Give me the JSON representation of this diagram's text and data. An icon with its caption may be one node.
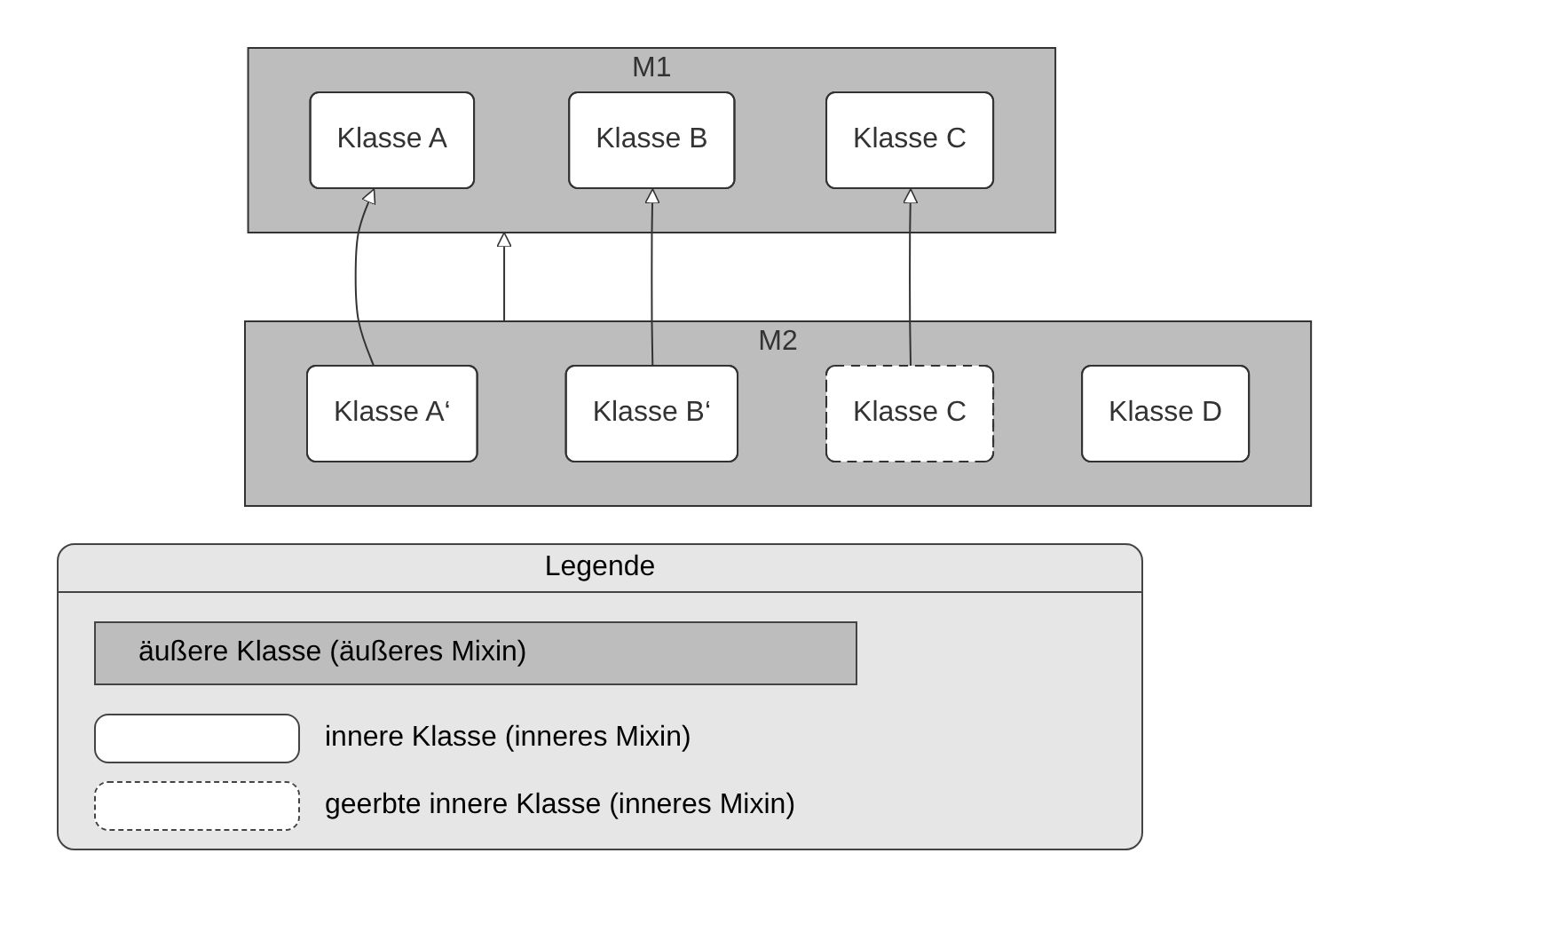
{
  "diagram": {
    "nodes": [
      {
        "text": [
          "M1"
        ]
      },
      {
        "text": [
          "Klasse A"
        ],
        "in": 0
      },
      {
        "text": [
          "Klasse B"
        ],
        "in": 0
      },
      {
        "text": [
          "Klasse C"
        ],
        "in": 0
      },
      {
        "text": [
          "M2"
        ]
      },
      {
        "text": [
          "Klasse A‘"
        ],
        "in": 4
      },
      {
        "text": [
          "Klasse B‘"
        ],
        "in": 4
      },
      {
        "text": [
          "Klasse C"
        ],
        "in": 4
      },
      {
        "text": [
          "Klasse D"
        ],
        "in": 4
      }
    ],
    "edges": [
      {
        "from": 5,
        "to": 1,
        "arrow": "to"
      },
      {
        "from": 6,
        "to": 2,
        "arrow": "to"
      },
      {
        "from": 4,
        "to": 0,
        "arrow": "to"
      },
      {
        "from": 7,
        "to": 3,
        "arrow": "to"
      }
    ],
    "labels": [
      "Legende"
    ],
    "legend": [
      {
        "text": "äußere Klasse (äußeres Mixin)",
        "color": "#bdbdbd"
      },
      {
        "text": "innere Klasse (inneres Mixin)"
      },
      {
        "text": "geerbte innere Klasse (inneres Mixin)"
      }
    ]
  }
}
